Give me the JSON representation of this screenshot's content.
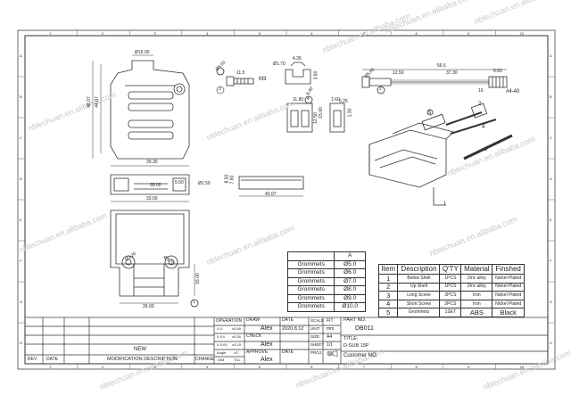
{
  "watermark": "nblechuan.en.alibaba.com",
  "border": {
    "cols": [
      "1",
      "2",
      "3",
      "4",
      "5",
      "6",
      "7",
      "8",
      "9",
      "10"
    ],
    "rows": [
      "A",
      "B",
      "C",
      "D",
      "E",
      "F",
      "G",
      "H"
    ]
  },
  "dims": {
    "top_dia": "Ø16.00",
    "top_h1": "48.07",
    "top_h2": "44.07",
    "top_w": "39.30",
    "screw3_dia": "Ø5.00",
    "screw3_len": "11.5",
    "screw3_thread": "M3",
    "screw3_num": "3",
    "up_w": "4.35",
    "up_dia": "Ø1.70",
    "up_r": "8.40",
    "up_h": "3.90",
    "up_num": "4",
    "screw2_dia": "Ø5.80",
    "screw2_a": "56.5",
    "screw2_b": "12.50",
    "screw2_c": "37.30",
    "screw2_d": "5.50",
    "screw2_e": "10",
    "screw2_thread": "#4-40",
    "screw2_num": "2",
    "blk1_a": "11.80",
    "blk1_b": "12.50",
    "blk1_c": "15.00",
    "blk2_a": "1.60",
    "blk2_b": "5.25",
    "blk2_c": "1.30",
    "side_a": "35.00",
    "side_b": "33.00",
    "side_c": "Ø1.50",
    "side_d": "5.50",
    "side_e": "8.50",
    "side_f": "43.07",
    "side_g": "7.80",
    "front_a": "Ø3.20",
    "front_b": "Ø3.70",
    "front_c": "16.00",
    "front_d": "26.00",
    "front_num": "1",
    "iso_nums": [
      "5",
      "2",
      "4",
      "3",
      "1"
    ]
  },
  "grommets": {
    "header": "A",
    "rows": [
      {
        "name": "Grommets",
        "size": "Ø5.0"
      },
      {
        "name": "Grommets",
        "size": "Ø6.0"
      },
      {
        "name": "Grommets",
        "size": "Ø7.0"
      },
      {
        "name": "Grommets",
        "size": "Ø8.0"
      },
      {
        "name": "Grommets",
        "size": "Ø9.0"
      },
      {
        "name": "Grommets",
        "size": "Ø10.0"
      }
    ]
  },
  "bom": {
    "headers": [
      "Item",
      "Description",
      "Q'TY",
      "Material",
      "Finshed"
    ],
    "rows": [
      {
        "item": "1",
        "desc": "Below Shell",
        "qty": "1PCS",
        "mat": "Zinc alloy",
        "fin": "Nickel Plated"
      },
      {
        "item": "2",
        "desc": "Up Shell",
        "qty": "1PCS",
        "mat": "Zinc alloy",
        "fin": "Nickel Plated"
      },
      {
        "item": "3",
        "desc": "Long Screw",
        "qty": "2PCS",
        "mat": "Iron",
        "fin": "Nickel Plated"
      },
      {
        "item": "4",
        "desc": "Short Screw",
        "qty": "2PCS",
        "mat": "Iron",
        "fin": "Nickel Plated"
      },
      {
        "item": "5",
        "desc": "Grommets",
        "qty": "1SET",
        "mat": "ABS",
        "fin": "Black"
      }
    ]
  },
  "title_block": {
    "new": "NEW",
    "rev": "REV",
    "date": "DATE",
    "mod": "MODIFICATION DESCRIPTION",
    "change": "CHANGE",
    "operation": "OPERATION",
    "x1": "X.X",
    "x1t": "±0.40",
    "x2": "X.XX",
    "x2t": "±0.30",
    "x3": "X.XXX",
    "x3t": "±0.15",
    "ang": "Angle",
    "angt": "±3°",
    "dim": "DIM",
    "tol": "TOL",
    "draw": "DRAW",
    "draw_name": "Alex",
    "check": "CHECK",
    "check_name": "Alex",
    "approve": "APPROVE",
    "approve_name": "Alex",
    "date_label": "DATE",
    "date_val": "2020.8.12",
    "scale": "SCALE",
    "scale_val": "FIT",
    "unit": "UNIT",
    "unit_val": "mm",
    "size": "SIZE",
    "size_val": "A4",
    "sheet": "SHEET",
    "sheet_val": "1/1",
    "proj": "PROJ.",
    "part_no_label": "PART NO.",
    "part_no": "DB011",
    "title_label": "TITLE:",
    "title_val": "D-SUB 15P",
    "customer": "Customer NO."
  }
}
